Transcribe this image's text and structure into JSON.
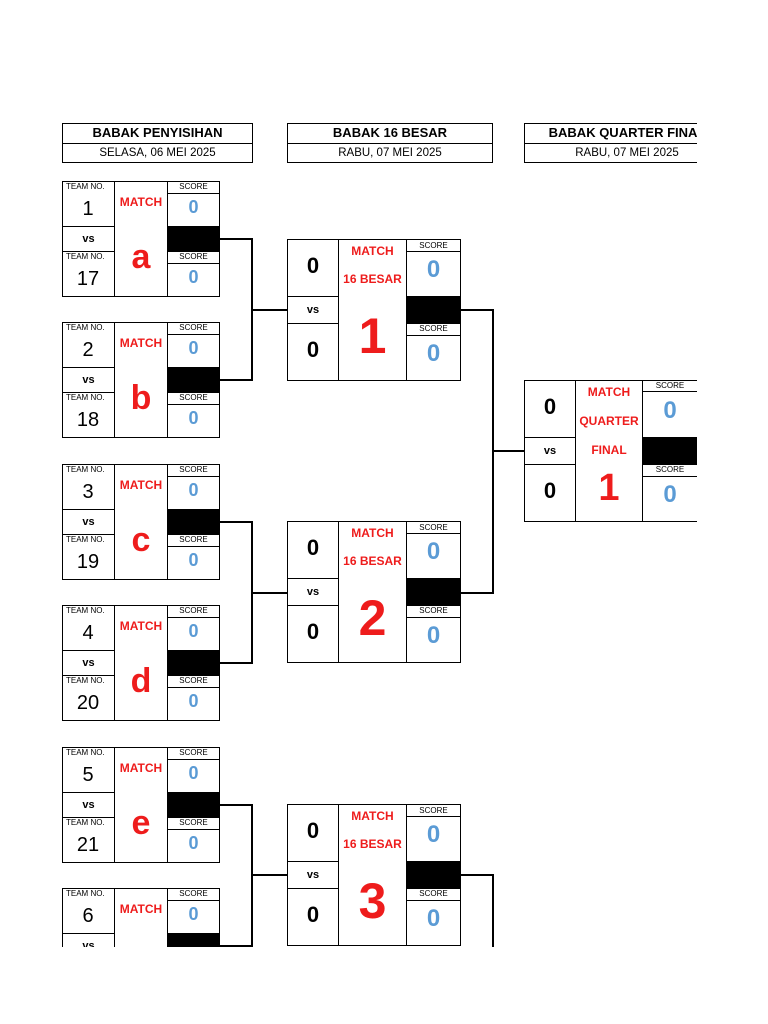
{
  "headers": [
    {
      "title": "BABAK PENYISIHAN",
      "date": "SELASA, 06 MEI 2025"
    },
    {
      "title": "BABAK 16 BESAR",
      "date": "RABU, 07 MEI 2025"
    },
    {
      "title": "BABAK QUARTER FINAL",
      "date": "RABU, 07 MEI 2025"
    }
  ],
  "labels": {
    "team_no": "TEAM NO.",
    "score": "SCORE",
    "vs": "vs",
    "match": "MATCH",
    "sixteen": "16 BESAR",
    "quarter": "QUARTER",
    "final": "FINAL"
  },
  "prelim_matches": [
    {
      "letter": "a",
      "team1": "1",
      "team2": "17",
      "score1": "0",
      "score2": "0"
    },
    {
      "letter": "b",
      "team1": "2",
      "team2": "18",
      "score1": "0",
      "score2": "0"
    },
    {
      "letter": "c",
      "team1": "3",
      "team2": "19",
      "score1": "0",
      "score2": "0"
    },
    {
      "letter": "d",
      "team1": "4",
      "team2": "20",
      "score1": "0",
      "score2": "0"
    },
    {
      "letter": "e",
      "team1": "5",
      "team2": "21",
      "score1": "0",
      "score2": "0"
    },
    {
      "letter": "",
      "team1": "6",
      "team2": "",
      "score1": "0",
      "score2": ""
    }
  ],
  "r16_matches": [
    {
      "number": "1",
      "team1": "0",
      "team2": "0",
      "score1": "0",
      "score2": "0"
    },
    {
      "number": "2",
      "team1": "0",
      "team2": "0",
      "score1": "0",
      "score2": "0"
    },
    {
      "number": "3",
      "team1": "0",
      "team2": "0",
      "score1": "0",
      "score2": "0"
    }
  ],
  "qf_matches": [
    {
      "number": "1",
      "team1": "0",
      "team2": "0",
      "score1": "0",
      "score2": "0"
    }
  ]
}
